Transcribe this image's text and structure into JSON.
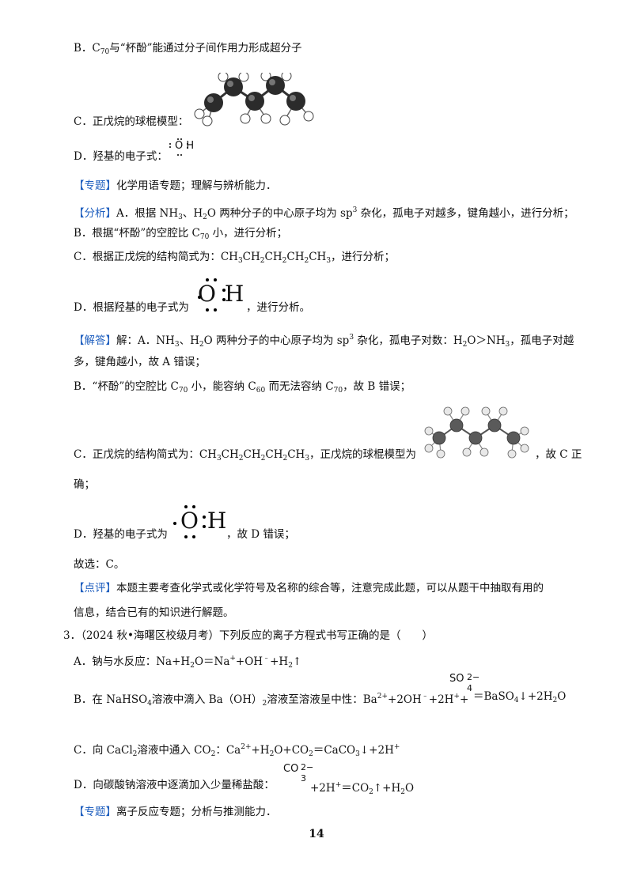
{
  "optB": [
    "B．C",
    "70",
    "与“杯酚”能通过分子间作用力形成超分子"
  ],
  "optC": "C．正戊烷的球棍模型：",
  "optD": "D．羟基的电子式：",
  "oh_small": "O H",
  "zhuanti1": {
    "tag": "【专题】",
    "text": "化学用语专题；理解与辨析能力．"
  },
  "fenxi": {
    "tag": "【分析】",
    "l1": [
      "A．根据 NH",
      "3",
      "、H",
      "2",
      "O 两种分子的中心原子均为 sp",
      "3",
      " 杂化，孤电子对越多，键角越小，进行分析；"
    ],
    "l2": [
      "B．根据“杯酚”的空腔比 C",
      "70",
      " 小，进行分析；"
    ],
    "l3": [
      "C．根据正戊烷的结构简式为：CH",
      "3",
      "CH",
      "2",
      "CH",
      "2",
      "CH",
      "2",
      "CH",
      "3",
      "，进行分析；"
    ],
    "l4a": "D．根据羟基的电子式为",
    "l4b": "，进行分析。"
  },
  "jieda": {
    "tag": "【解答】",
    "l1": [
      "解：A．NH",
      "3",
      "、H",
      "2",
      "O 两种分子的中心原子均为 sp",
      "3",
      " 杂化，孤电子对数：H",
      "2",
      "O＞NH",
      "3",
      "，孤电子对越"
    ],
    "l2": "多，键角越小，故 A 错误；",
    "l3": [
      "B．“杯酚”的空腔比 C",
      "70",
      " 小，能容纳 C",
      "60",
      " 而无法容纳 C",
      "70",
      "，故 B 错误；"
    ],
    "l4a": [
      "C．正戊烷的结构简式为：CH",
      "3",
      "CH",
      "2",
      "CH",
      "2",
      "CH",
      "2",
      "CH",
      "3",
      "，正戊烷的球棍模型为"
    ],
    "l4b": "，故 C 正",
    "l5": "确；",
    "l6a": "D．羟基的电子式为",
    "l6b": "，故 D 错误；",
    "l7": "故选：C。"
  },
  "dianping": {
    "tag": "【点评】",
    "l1": "本题主要考查化学式或化学符号及名称的综合等，注意完成此题，可以从题干中抽取有用的",
    "l2": "信息，结合已有的知识进行解题。"
  },
  "oh_big": "O H",
  "q3": {
    "stem": "3．（2024 秋•海曙区校级月考）下列反应的离子方程式书写正确的是（　　）",
    "A": [
      "A．钠与水反应：Na+H",
      "2",
      "O＝Na",
      "+",
      "+OH",
      "﹣",
      "+H",
      "2",
      "↑"
    ],
    "B1": [
      "B．在 NaHSO",
      "4",
      "溶液中滴入 Ba（OH）",
      "2",
      "溶液至溶液呈中性：Ba",
      "2+",
      "+2OH",
      "﹣",
      "+2H",
      "+",
      "+"
    ],
    "B_so4": [
      "SO",
      "4",
      "2−"
    ],
    "B2": [
      "＝BaSO",
      "4",
      "↓+2H",
      "2",
      "O"
    ],
    "C": [
      "C．向 CaCl",
      "2",
      "溶液中通入 CO",
      "2",
      "：Ca",
      "2+",
      "+H",
      "2",
      "O+CO",
      "2",
      "＝CaCO",
      "3",
      "↓+2H",
      "+"
    ],
    "D1": "D．向碳酸钠溶液中逐滴加入少量稀盐酸：",
    "D_co3": [
      "CO",
      "3",
      "2−"
    ],
    "D2": [
      "+2H",
      "+",
      "＝CO",
      "2",
      "↑+H",
      "2",
      "O"
    ],
    "zhuanti": {
      "tag": "【专题】",
      "text": "离子反应专题；分析与推测能力．"
    }
  },
  "page_number": "14"
}
